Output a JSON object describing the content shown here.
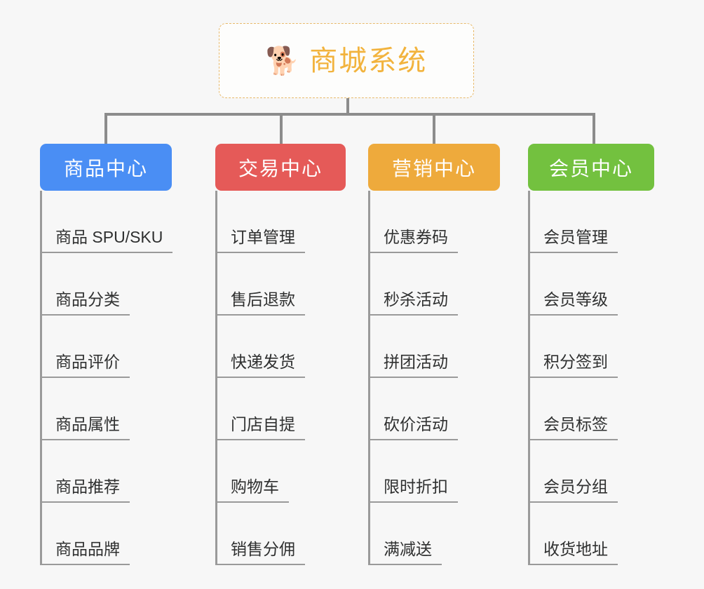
{
  "background_color": "#f7f7f7",
  "root": {
    "icon": "shiba-dog-emoji",
    "emoji": "🐕",
    "title": "商城系统",
    "title_color": "#f2b33d",
    "border_style": "dashed",
    "border_color": "#e8b96a"
  },
  "categories": [
    {
      "id": "product-center",
      "label": "商品中心",
      "color": "#4a8ef4",
      "items": [
        {
          "label": "商品 SPU/SKU"
        },
        {
          "label": "商品分类"
        },
        {
          "label": "商品评价"
        },
        {
          "label": "商品属性"
        },
        {
          "label": "商品推荐"
        },
        {
          "label": "商品品牌"
        }
      ]
    },
    {
      "id": "trade-center",
      "label": "交易中心",
      "color": "#e55a58",
      "items": [
        {
          "label": "订单管理"
        },
        {
          "label": "售后退款"
        },
        {
          "label": "快递发货"
        },
        {
          "label": "门店自提"
        },
        {
          "label": "购物车"
        },
        {
          "label": "销售分佣"
        }
      ]
    },
    {
      "id": "marketing-center",
      "label": "营销中心",
      "color": "#eeaa3c",
      "items": [
        {
          "label": "优惠券码"
        },
        {
          "label": "秒杀活动"
        },
        {
          "label": "拼团活动"
        },
        {
          "label": "砍价活动"
        },
        {
          "label": "限时折扣"
        },
        {
          "label": "满减送"
        }
      ]
    },
    {
      "id": "member-center",
      "label": "会员中心",
      "color": "#73c13f",
      "items": [
        {
          "label": "会员管理"
        },
        {
          "label": "会员等级"
        },
        {
          "label": "积分签到"
        },
        {
          "label": "会员标签"
        },
        {
          "label": "会员分组"
        },
        {
          "label": "收货地址"
        }
      ]
    }
  ]
}
